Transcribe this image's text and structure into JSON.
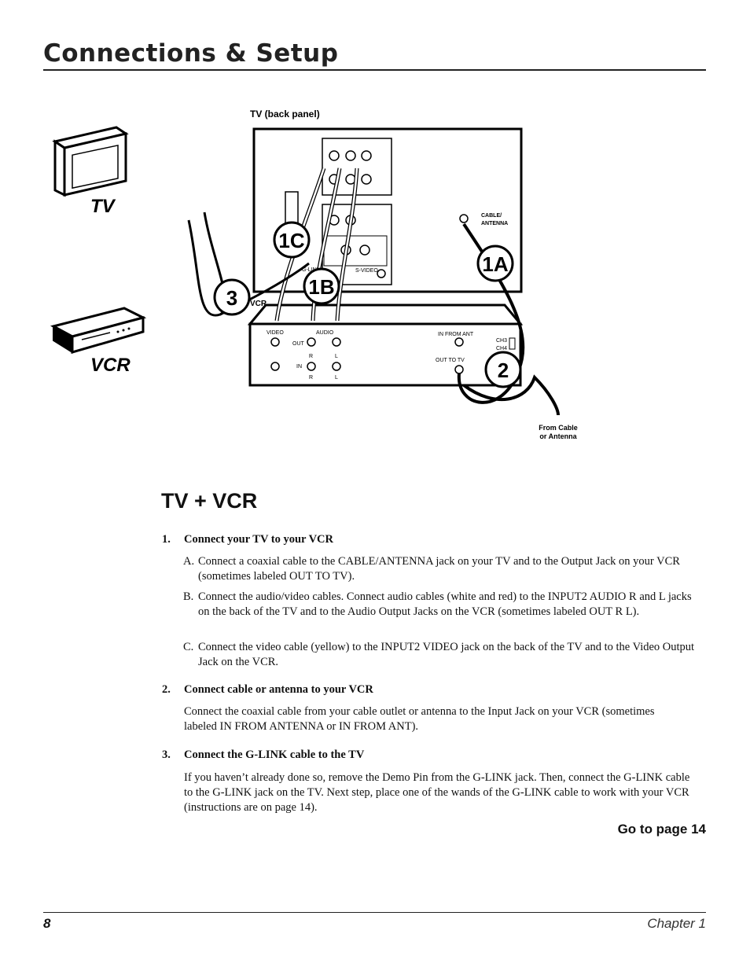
{
  "header": {
    "title": "Connections & Setup"
  },
  "diagram": {
    "tv_back_panel_label": "TV (back panel)",
    "tv_label": "TV",
    "vcr_label": "VCR",
    "vcr_unit_label": "VCR",
    "cable_antenna_label_1": "CABLE/",
    "cable_antenna_label_2": "ANTENNA",
    "glink_label": "G-LINK",
    "svideo_label": "S-VIDEO",
    "video_label": "VIDEO",
    "audio_label": "AUDIO",
    "out_label": "OUT",
    "in_label": "IN",
    "r_label": "R",
    "l_label": "L",
    "in_from_ant_label": "IN FROM ANT",
    "out_to_tv_label": "OUT TO TV",
    "ch3_label": "CH3",
    "ch4_label": "CH4",
    "from_cable_1": "From Cable",
    "from_cable_2": "or Antenna",
    "callouts": {
      "c1a": "1A",
      "c1b": "1B",
      "c1c": "1C",
      "c2": "2",
      "c3": "3"
    }
  },
  "section_title": "TV + VCR",
  "steps": [
    {
      "num": "1.",
      "title": "Connect your TV to your VCR",
      "subs": [
        {
          "letter": "A.",
          "text": "Connect a coaxial cable to the CABLE/ANTENNA jack on your TV and to the Output Jack on your VCR (sometimes labeled OUT TO TV)."
        },
        {
          "letter": "B.",
          "text": "Connect the audio/video cables. Connect audio cables (white and red) to the INPUT2 AUDIO R and L jacks on the back of the TV and to the Audio Output Jacks on the VCR (sometimes labeled OUT R L)."
        },
        {
          "letter": "C.",
          "text": "Connect the video cable (yellow) to the INPUT2 VIDEO jack on the back of the TV and to the Video Output Jack on the VCR."
        }
      ]
    },
    {
      "num": "2.",
      "title": "Connect cable or antenna to your VCR",
      "text": "Connect the coaxial cable from your cable outlet or antenna to the Input Jack on your VCR (sometimes labeled IN FROM ANTENNA or IN FROM ANT)."
    },
    {
      "num": "3.",
      "title": "Connect the G-LINK cable to the TV",
      "text": "If you haven’t already done so, remove the Demo Pin from the G-LINK jack. Then, connect the G-LINK cable to the G-LINK jack on the TV. Next step, place one of the wands of the G-LINK cable to work with your VCR (instructions are on page 14)."
    }
  ],
  "goto": "Go to page 14",
  "footer": {
    "page": "8",
    "chapter": "Chapter 1"
  }
}
